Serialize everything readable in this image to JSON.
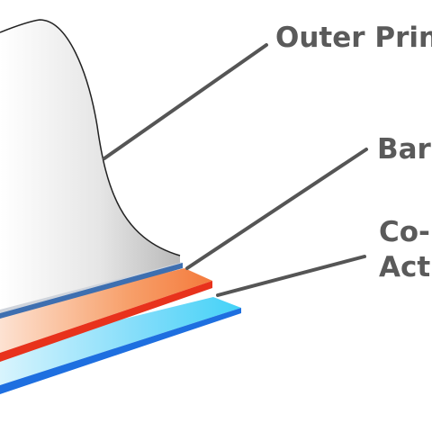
{
  "labels": {
    "outer": "Outer Print",
    "barrier": "Barr",
    "co_line1": "Co-",
    "co_line2": "Act"
  },
  "colors": {
    "outer_sheet_light": "#ffffff",
    "outer_sheet_dark": "#bdbdbd",
    "outer_edge": "#222222",
    "barrier_top": "#cfd4dc",
    "barrier_edge": "#3e6fb0",
    "orange_layer": "#f47a3c",
    "red_edge": "#e8321c",
    "blue_layer": "#43d2f7",
    "blue_edge": "#1e6fe0",
    "label_text": "#5a5a5a",
    "leader_line": "#555555"
  }
}
